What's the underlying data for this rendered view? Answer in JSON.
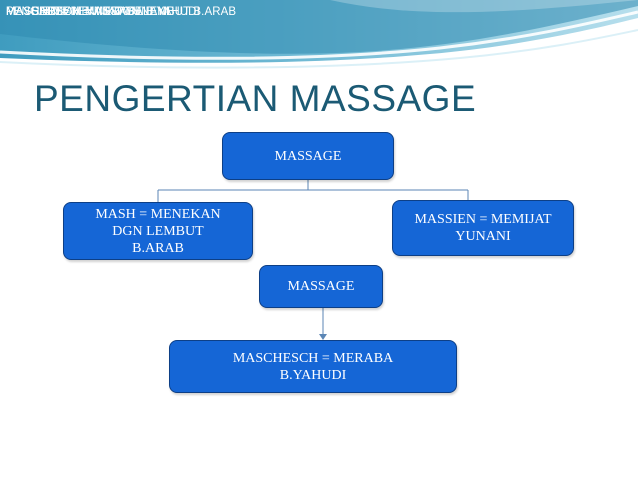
{
  "header": {
    "overlapping_texts": [
      "MASSAGE",
      "PENGERTIAN MASSAGE",
      "MASH = MENEKAN DGN LEMBUT B.ARAB",
      "MASSIEN = MEMIJAT YUNANI",
      "MASCHESCH = MERABA B.YAHUDI"
    ]
  },
  "title": "PENGERTIAN MASSAGE",
  "diagram": {
    "top_node": "MASSAGE",
    "left_node": "MASH = MENEKAN\nDGN LEMBUT\nB.ARAB",
    "right_node": "MASSIEN = MEMIJAT\nYUNANI",
    "middle_node": "MASSAGE",
    "bottom_node": "MASCHESCH = MERABA\nB.YAHUDI"
  },
  "colors": {
    "header_light": "#e6f3f8",
    "header_mid": "#9fd0e2",
    "header_dark": "#3f9cbf",
    "title": "#1b5a74",
    "node_fill": "#1566d6",
    "node_border": "#0d3f86",
    "connector": "#5b86b5"
  }
}
